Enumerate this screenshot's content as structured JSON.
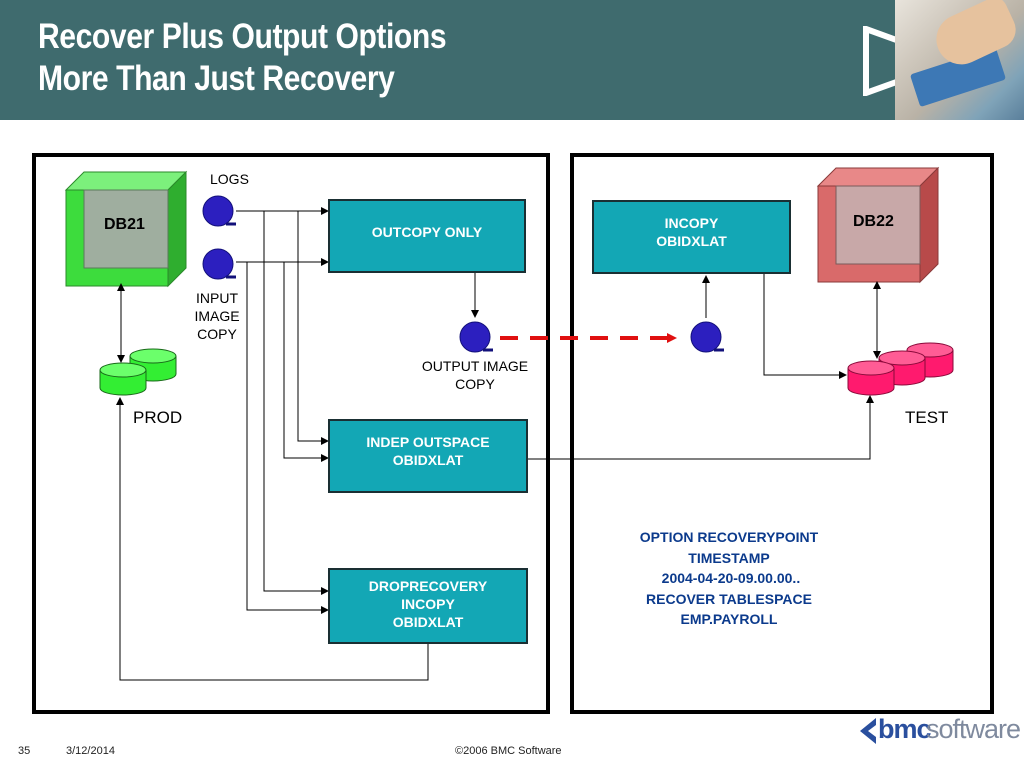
{
  "title": {
    "line1": "Recover Plus Output Options",
    "line2": "More Than Just Recovery"
  },
  "left_panel": {
    "db_label": "DB21",
    "logs_label": "LOGS",
    "input_image_copy_label": "INPUT\nIMAGE\nCOPY",
    "prod_label": "PROD",
    "outcopy_only": "OUTCOPY ONLY",
    "output_image_copy_label": "OUTPUT IMAGE\nCOPY",
    "indep_outspace": "INDEP OUTSPACE\nOBIDXLAT",
    "droprecovery": "DROPRECOVERY\nINCOPY\nOBIDXLAT"
  },
  "right_panel": {
    "db_label": "DB22",
    "incopy": "INCOPY\nOBIDXLAT",
    "test_label": "TEST",
    "option_text": "OPTION RECOVERYPOINT\nTIMESTAMP\n 2004-04-20-09.00.00..\nRECOVER TABLESPACE\nEMP.PAYROLL"
  },
  "footer": {
    "slide_number": "35",
    "date": "3/12/2014",
    "copyright": "©2006 BMC Software"
  },
  "logo": {
    "part1": "bmc",
    "part2": "software"
  },
  "colors": {
    "header_bg": "#3f6b6e",
    "process_box": "#13a7b5",
    "prod_db": "#33ee33",
    "test_db": "#ff1a6e",
    "tape": "#2c1fbf",
    "arrow_dashed": "#e01010",
    "option_text": "#0b3a8c"
  }
}
